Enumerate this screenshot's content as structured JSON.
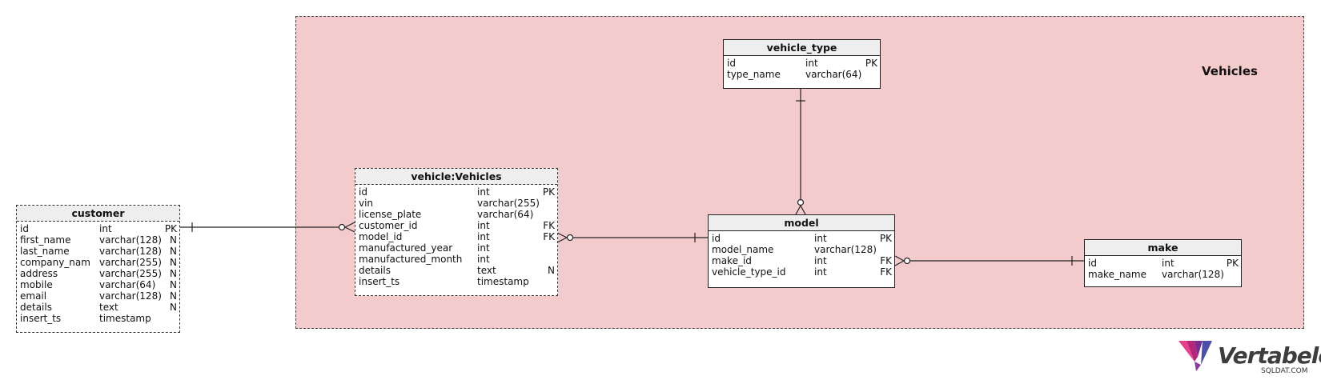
{
  "area": {
    "title": "Vehicles",
    "fill": "#f3cbcd"
  },
  "tables": {
    "customer": {
      "name": "customer",
      "rows": [
        {
          "name": "id",
          "type": "int",
          "flag": "PK"
        },
        {
          "name": "first_name",
          "type": "varchar(128)",
          "flag": "N"
        },
        {
          "name": "last_name",
          "type": "varchar(128)",
          "flag": "N"
        },
        {
          "name": "company_nam",
          "type": "varchar(255)",
          "flag": "N"
        },
        {
          "name": "address",
          "type": "varchar(255)",
          "flag": "N"
        },
        {
          "name": "mobile",
          "type": "varchar(64)",
          "flag": "N"
        },
        {
          "name": "email",
          "type": "varchar(128)",
          "flag": "N"
        },
        {
          "name": "details",
          "type": "text",
          "flag": "N"
        },
        {
          "name": "insert_ts",
          "type": "timestamp",
          "flag": ""
        }
      ]
    },
    "vehicle": {
      "name": "vehicle:Vehicles",
      "rows": [
        {
          "name": "id",
          "type": "int",
          "flag": "PK"
        },
        {
          "name": "vin",
          "type": "varchar(255)",
          "flag": ""
        },
        {
          "name": "license_plate",
          "type": "varchar(64)",
          "flag": ""
        },
        {
          "name": "customer_id",
          "type": "int",
          "flag": "FK"
        },
        {
          "name": "model_id",
          "type": "int",
          "flag": "FK"
        },
        {
          "name": "manufactured_year",
          "type": "int",
          "flag": ""
        },
        {
          "name": "manufactured_month",
          "type": "int",
          "flag": ""
        },
        {
          "name": "details",
          "type": "text",
          "flag": "N"
        },
        {
          "name": "insert_ts",
          "type": "timestamp",
          "flag": ""
        }
      ]
    },
    "vehicle_type": {
      "name": "vehicle_type",
      "rows": [
        {
          "name": "id",
          "type": "int",
          "flag": "PK"
        },
        {
          "name": "type_name",
          "type": "varchar(64)",
          "flag": ""
        }
      ]
    },
    "model": {
      "name": "model",
      "rows": [
        {
          "name": "id",
          "type": "int",
          "flag": "PK"
        },
        {
          "name": "model_name",
          "type": "varchar(128)",
          "flag": ""
        },
        {
          "name": "make_id",
          "type": "int",
          "flag": "FK"
        },
        {
          "name": "vehicle_type_id",
          "type": "int",
          "flag": "FK"
        }
      ]
    },
    "make": {
      "name": "make",
      "rows": [
        {
          "name": "id",
          "type": "int",
          "flag": "PK"
        },
        {
          "name": "make_name",
          "type": "varchar(128)",
          "flag": ""
        }
      ]
    }
  },
  "relationships": [
    {
      "from": "customer",
      "to": "vehicle",
      "from_end": "one",
      "to_end": "zero-or-many"
    },
    {
      "from": "model",
      "to": "vehicle",
      "from_end": "one",
      "to_end": "zero-or-many"
    },
    {
      "from": "vehicle_type",
      "to": "model",
      "from_end": "one",
      "to_end": "zero-or-many"
    },
    {
      "from": "make",
      "to": "model",
      "from_end": "one",
      "to_end": "zero-or-many"
    }
  ],
  "branding": {
    "logo_text": "Vertabelo",
    "watermark": "SQLDAT.COM"
  }
}
